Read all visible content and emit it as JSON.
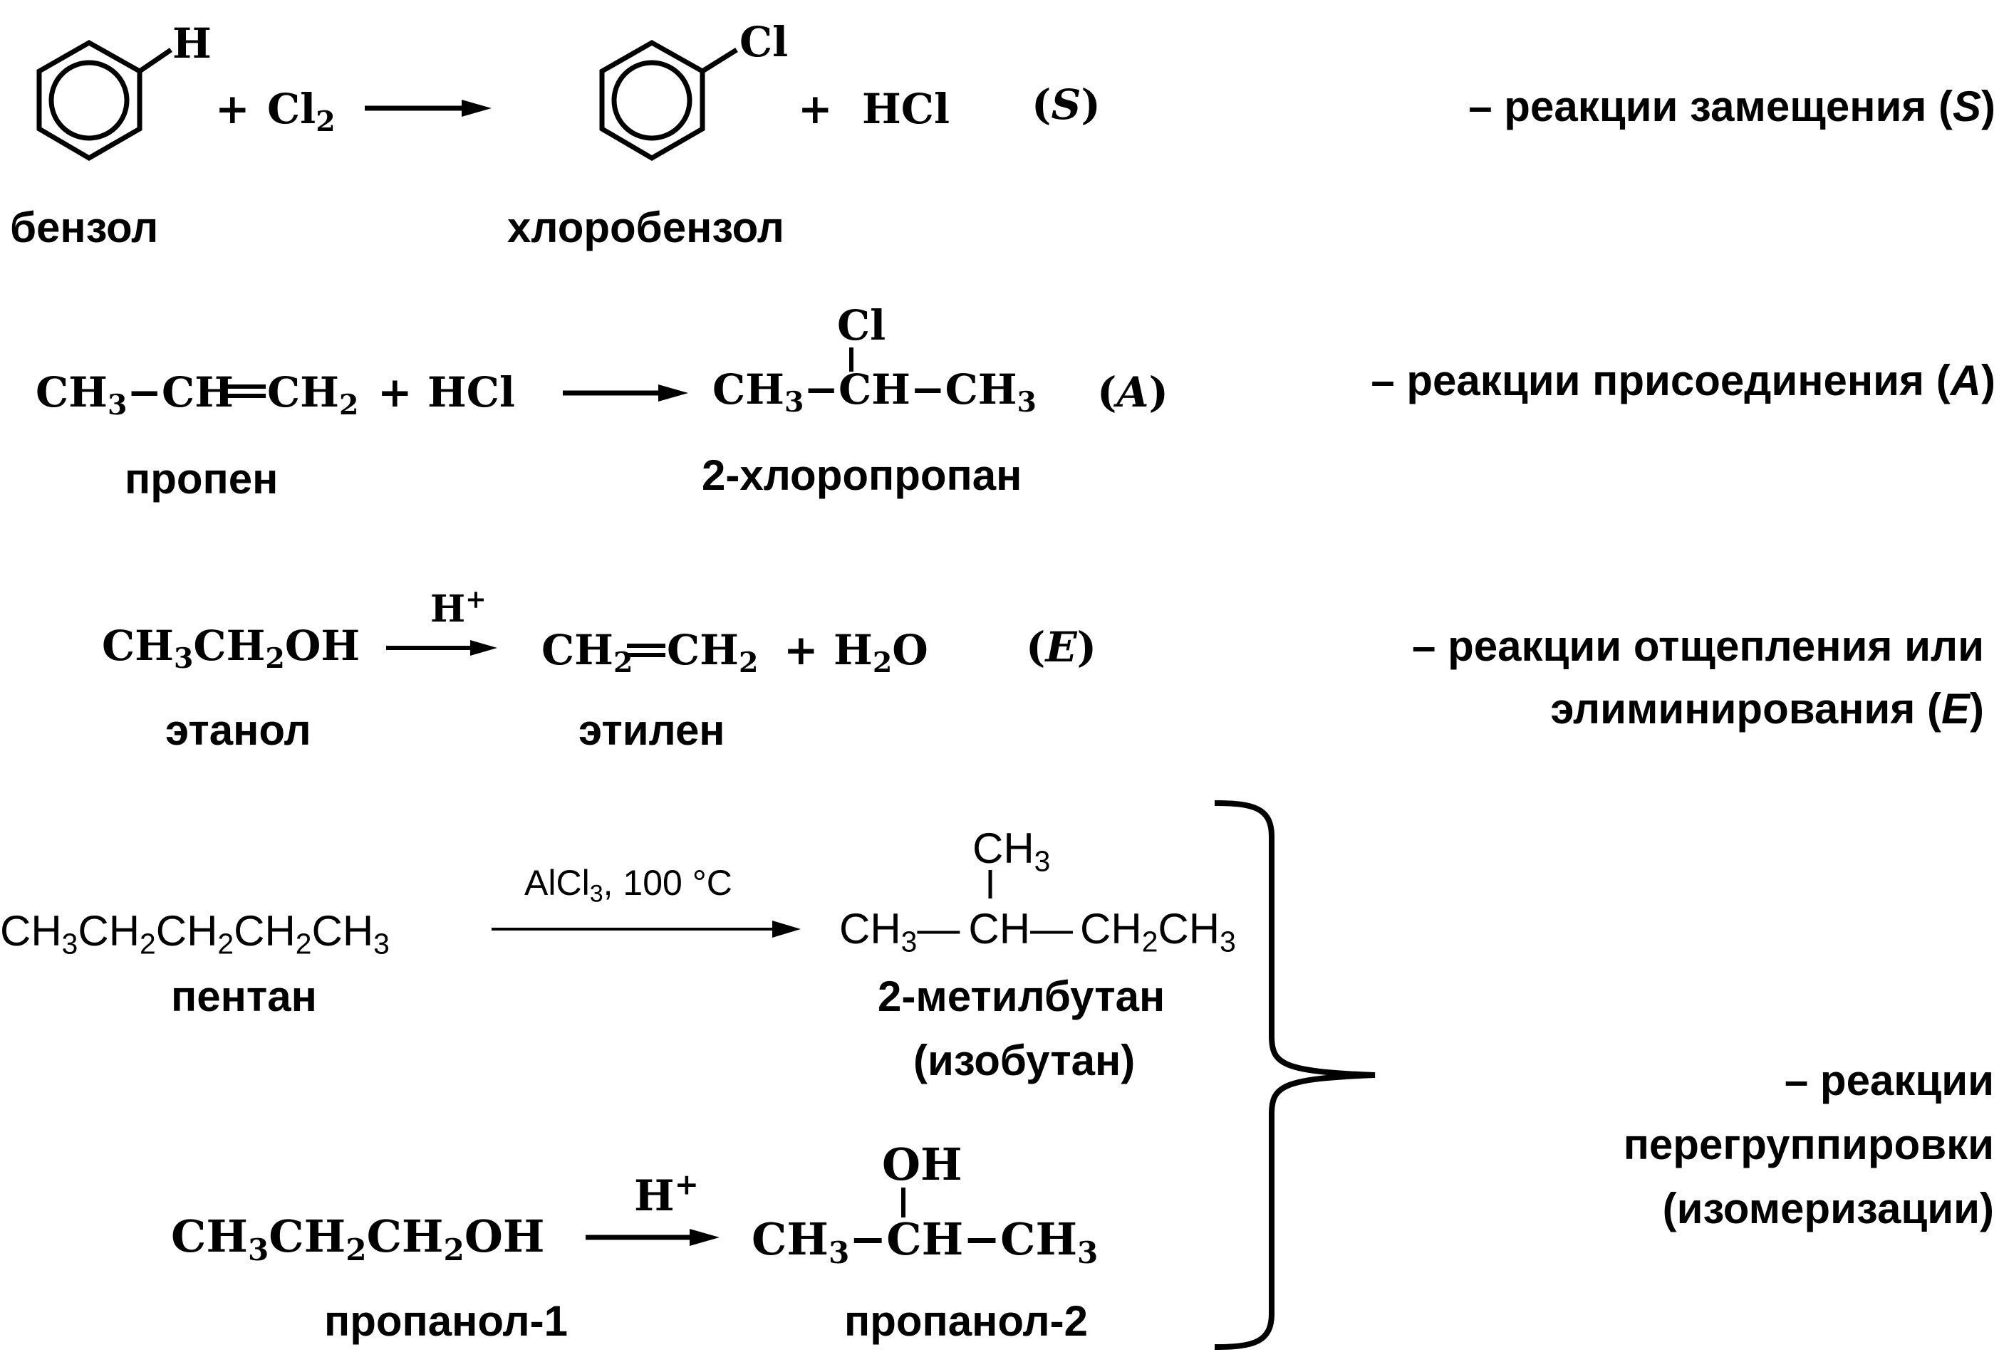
{
  "reactions": {
    "substitution": {
      "ring1_sub": "H",
      "plus1": "+",
      "reagent_el": "Cl",
      "reagent_n": "2",
      "ring2_sub": "Cl",
      "plus2": "+",
      "byproduct": "HCl",
      "type_open": "(",
      "type_letter": "S",
      "type_close": ")",
      "reactant_name": "бензол",
      "product_name": "хлоробензол",
      "desc_prefix": "–  реакции замещения (",
      "desc_letter": "S",
      "desc_suffix": ")"
    },
    "addition": {
      "ch3": "CH",
      "n3": "3",
      "bond1": "−CH",
      "ch2": "CH",
      "n2": "2",
      "plus": "+",
      "reagent": "HCl",
      "p_ch3a": "CH",
      "p_n3a": "3",
      "p_mid": "−CH−CH",
      "p_n3b": "3",
      "p_cl": "Cl",
      "type_open": "(",
      "type_letter": "A",
      "type_close": ")",
      "reactant_name": "пропен",
      "product_name": "2-хлоропропан",
      "desc_prefix": "–  реакции присоединения (",
      "desc_letter": "A",
      "desc_suffix": ")"
    },
    "elimination": {
      "r1": "CH",
      "r1n": "3",
      "r2": "CH",
      "r2n": "2",
      "r3": "OH",
      "catalyst": "H",
      "catalyst_sup": "+",
      "p1": "CH",
      "p1n": "2",
      "p2": "CH",
      "p2n": "2",
      "plus": "+",
      "w1": "H",
      "w1n": "2",
      "w2": "O",
      "type_open": "(",
      "type_letter": "E",
      "type_close": ")",
      "reactant_name": "этанол",
      "product_name": "этилен",
      "desc_line1": "–  реакции отщепления или",
      "desc_line2_prefix": "элиминирования (",
      "desc_letter": "E",
      "desc_suffix": ")"
    },
    "isomerization1": {
      "formula_parts": [
        "CH",
        "3",
        "CH",
        "2",
        "CH",
        "2",
        "CH",
        "2",
        "CH",
        "3"
      ],
      "cond_pre": "AlCl",
      "cond_n": "3",
      "cond_post": ", 100 °C",
      "p_top": "CH",
      "p_top_n": "3",
      "p_left": "CH",
      "p_left_n": "3",
      "p_dash1": "—",
      "p_mid": "CH",
      "p_dash2": "—",
      "p_right1": "CH",
      "p_right1_n": "2",
      "p_right2": "CH",
      "p_right2_n": "3",
      "reactant_name": "пентан",
      "product_name": "2-метилбутан",
      "product_alt": "(изобутан)"
    },
    "isomerization2": {
      "r1": "CH",
      "r1n": "3",
      "r2": "CH",
      "r2n": "2",
      "r3": "CH",
      "r3n": "2",
      "r4": "OH",
      "catalyst": "H",
      "catalyst_sup": "+",
      "p_oh": "OH",
      "p_left": "CH",
      "p_left_n": "3",
      "p_mid": "−CH−CH",
      "p_right_n": "3",
      "reactant_name": "пропанол-1",
      "product_name": "пропанол-2"
    },
    "rearrangement_desc": {
      "line1": "–  реакции",
      "line2": "перегруппировки",
      "line3": "(изомеризации)"
    }
  }
}
